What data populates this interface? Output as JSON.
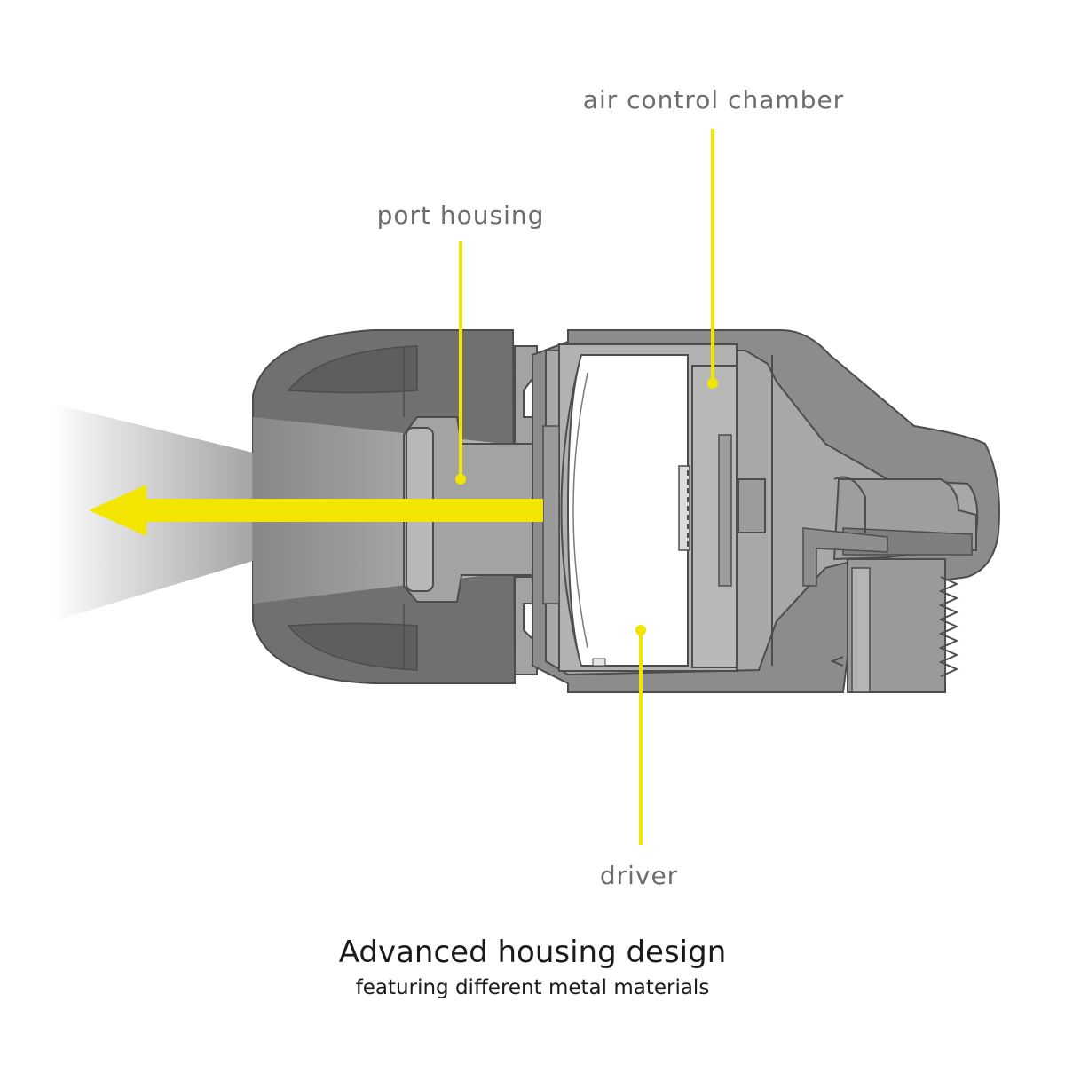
{
  "colors": {
    "accent": "#f2e600",
    "housing_dark": "#6f6f6f",
    "housing_mid": "#8c8c8c",
    "housing_light": "#b4b4b4",
    "outline": "#555555",
    "label_text": "#6d6d6d"
  },
  "callouts": {
    "air_control_chamber": "air control chamber",
    "port_housing": "port housing",
    "driver": "driver"
  },
  "caption": {
    "title": "Advanced housing design",
    "subtitle": "featuring different metal materials"
  }
}
